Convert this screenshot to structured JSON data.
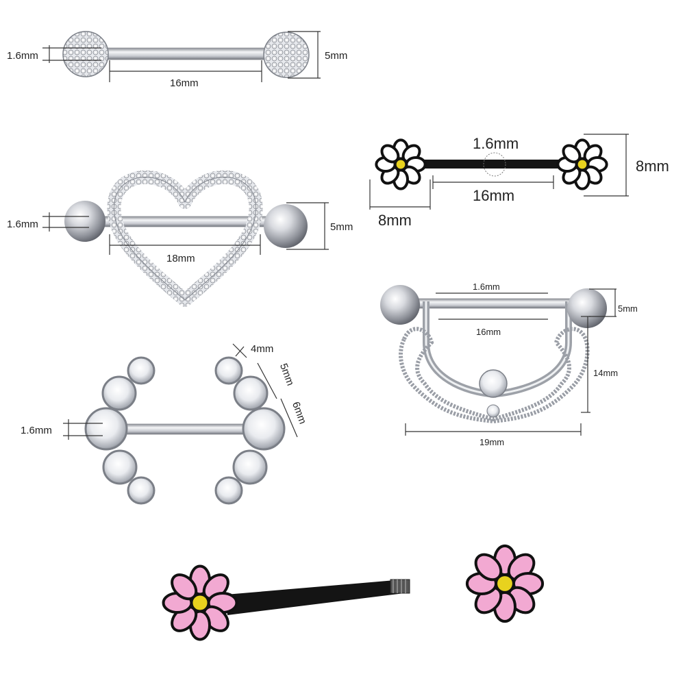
{
  "palette": {
    "steel_light": "#f2f3f5",
    "steel_mid": "#b9bcc2",
    "steel_dark": "#6d7078",
    "black_bar": "#141414",
    "flower_white": "#ffffff",
    "flower_pink": "#f2a9d2",
    "flower_center": "#e8d21e",
    "outline": "#111111"
  },
  "products": [
    {
      "name": "crystal-ball-barbell",
      "labels": {
        "gauge": "1.6mm",
        "ball": "5mm",
        "length": "16mm"
      }
    },
    {
      "name": "heart-shield-barbell",
      "labels": {
        "gauge": "1.6mm",
        "ball": "5mm",
        "length": "18mm"
      }
    },
    {
      "name": "white-daisy-barbell",
      "labels": {
        "gauge": "1.6mm",
        "height": "8mm",
        "length": "16mm",
        "width": "8mm"
      }
    },
    {
      "name": "lace-dangle-barbell",
      "labels": {
        "gauge": "1.6mm",
        "ball": "5mm",
        "length": "16mm",
        "drop": "14mm",
        "width": "19mm"
      }
    },
    {
      "name": "cz-cluster-barbell",
      "labels": {
        "gauge": "1.6mm",
        "small": "4mm",
        "medium": "5mm",
        "large": "6mm"
      }
    },
    {
      "name": "pink-daisy-barbell",
      "labels": {}
    }
  ]
}
